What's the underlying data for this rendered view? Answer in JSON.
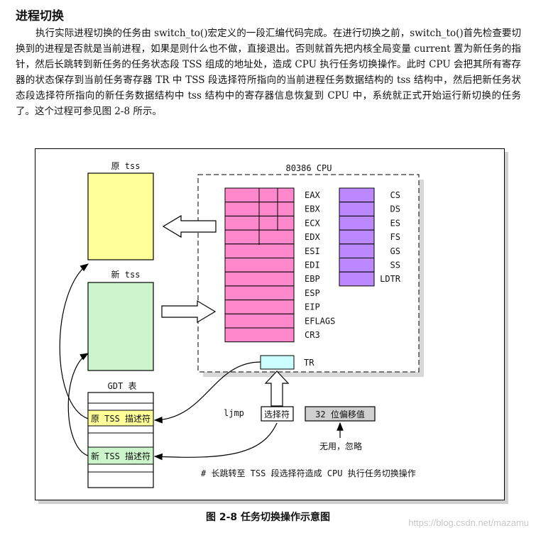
{
  "heading": "进程切换",
  "paragraph": "执行实际进程切换的任务由 switch_to()宏定义的一段汇编代码完成。在进行切换之前，switch_to()首先检查要切换到的进程是否就是当前进程，如果是则什么也不做，直接退出。否则就首先把内核全局变量 current 置为新任务的指针，然后长跳转到新任务的任务状态段 TSS 组成的地址处，造成 CPU 执行任务切换操作。此时 CPU 会把其所有寄存器的状态保存到当前任务寄存器 TR 中 TSS 段选择符所指向的当前进程任务数据结构的 tss 结构中，然后把新任务状态段选择符所指向的新任务数据结构中 tss 结构中的寄存器信息恢复到 CPU 中，系统就正式开始运行新切换的任务了。这个过程可参见图 2-8 所示。",
  "figure": {
    "old_tss_label": "原 tss",
    "new_tss_label": "新 tss",
    "cpu_label": "80386 CPU",
    "general_registers": [
      "EAX",
      "EBX",
      "ECX",
      "EDX",
      "ESI",
      "EDI",
      "EBP",
      "ESP",
      "EIP",
      "EFLAGS",
      "CR3"
    ],
    "segment_registers": [
      "CS",
      "DS",
      "ES",
      "FS",
      "GS",
      "SS",
      "LDTR"
    ],
    "tr_label": "TR",
    "gdt_label": "GDT 表",
    "old_tss_descriptor": "原 TSS 描述符",
    "new_tss_descriptor": "新 TSS 描述符",
    "ljmp_label": "ljmp",
    "selector_label": "选择符",
    "offset_label": "32 位偏移值",
    "unused_label": "无用，忽略",
    "note": "# 长跳转至 TSS 段选择符造成 CPU 执行任务切换操作",
    "colors": {
      "old_tss": "#ffff99",
      "new_tss": "#ccf5cc",
      "general_regs": "#ff88cc",
      "segment_regs": "#bb88ff",
      "tr": "#ccffff",
      "offset_box": "#d0d0d0"
    }
  },
  "caption": "图 2-8 任务切换操作示意图",
  "watermark": "https://blog.csdn.net/mazamu"
}
